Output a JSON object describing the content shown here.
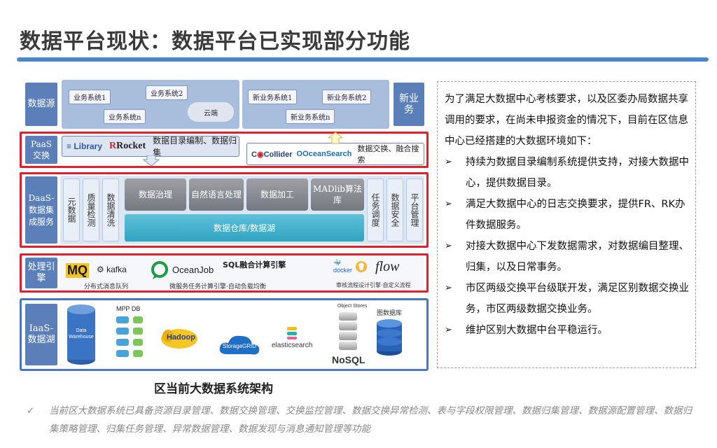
{
  "title": "数据平台现状：数据平台已实现部分功能",
  "diagram": {
    "layers": {
      "source": "数据源",
      "paas": "PaaS交换",
      "daas": "DaaS-数据集成服务",
      "process": "处理引擎",
      "iaas": "IaaS-数据湖"
    },
    "source": {
      "old": [
        "业务系统1",
        "业务系统2",
        "业务系统n"
      ],
      "cloud": "云端",
      "new": [
        "新业务系统1",
        "新业务系统2",
        "新业务系统n"
      ],
      "new_label": "新业务"
    },
    "paas": {
      "library": "Library",
      "rocket": "Rocket",
      "left_text": "数据目录编制、数据归集",
      "collider": "Collider",
      "oceansearch": "OceanSearch",
      "right_text": "数据交换、融合搜索"
    },
    "daas": {
      "left_cols": [
        "元数据",
        "质量检测",
        "数据清洗"
      ],
      "gray_boxes": [
        "数据治理",
        "自然语言处理",
        "数据加工",
        "MADlib算法库"
      ],
      "warehouse": "数据仓库/数据湖",
      "right_cols": [
        "任务调度",
        "数据安全",
        "平台管理"
      ]
    },
    "process": {
      "mq": "MQ",
      "kafka": "kafka",
      "mq_note": "分布式消息队列",
      "oceanjob": "OceanJob",
      "sql": "SQL融合计算引擎",
      "sql_note": "微服务任务计算引擎·自动负载均衡",
      "docker": "docker",
      "flow": "flow",
      "flow_note": "审核流程设计引擎·自定义流程"
    },
    "iaas": {
      "data_warehouse": "Data Warehouse",
      "mpp": "MPP DB",
      "hadoop": "Hadoop",
      "storagegrid": "StorageGRID",
      "elasticsearch": "elasticsearch",
      "object_stores": "Object Stores",
      "nosql": "NoSQL",
      "graph_db": "图数据库"
    }
  },
  "caption": "区当前大数据系统架构",
  "description": {
    "intro": "为了满足大数据中心考核要求，以及区委办局数据共享调用的要求，在尚未申报资金的情况下，目前在区信息中心已经搭建的大数据环境如下：",
    "bullet_symbol": "➢",
    "bullets": [
      "持续为数据目录编制系统提供支持，对接大数据中心，提供数据目录。",
      "满足大数据中心的日志交换要求，提供FR、RK办件数据服务。",
      "对接大数据中心下发数据需求，对数据编目整理、归集，以及日常事务。",
      "市区两级交换平台级联开发，满足区别数据交换业务，市区两级数据交换业务。",
      "维护区别大数据中台平稳运行。"
    ]
  },
  "footer": {
    "check": "✓",
    "text": "当前区大数据系统已具备资源目录管理、数据交换管理、交换监控管理、数据交换异常检测、表与字段权限管理、数据归集管理、数据源配置管理、数据归集策略管理、归集任务管理、异常数据管理、数据发现与消息通知管理等功能"
  },
  "colors": {
    "accent_blue": "#4a86c8",
    "highlight_red": "#e02030",
    "label_blue": "#5b7fb8"
  }
}
